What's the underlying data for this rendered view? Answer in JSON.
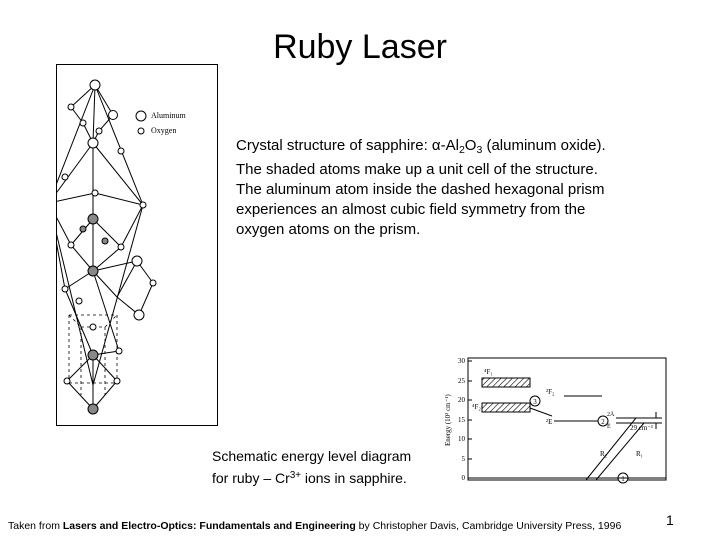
{
  "slide": {
    "title": "Ruby Laser",
    "page_number": "1"
  },
  "crystal": {
    "legend": {
      "aluminum": "Aluminum",
      "oxygen": "Oxygen"
    }
  },
  "description": {
    "p1": "Crystal structure of sapphire: ",
    "alpha": "α",
    "p2": "-Al",
    "sub1": "2",
    "p3": "O",
    "sub2": "3",
    "p4": " (aluminum oxide).  The shaded atoms make up a unit cell of the structure.  The aluminum atom inside the dashed hexagonal prism experiences an almost cubic field symmetry from the oxygen atoms on the prism."
  },
  "caption": {
    "line1": "Schematic energy level diagram",
    "line2a": "for ruby – Cr",
    "sup": "3+",
    "line2b": " ions in sapphire."
  },
  "energy_diagram": {
    "ylabel": "Energy (10³ cm⁻¹)",
    "ticks": [
      "30",
      "25",
      "20",
      "15",
      "10",
      "5",
      "0"
    ],
    "levels": {
      "F1": "⁴F₁",
      "F2": "⁴F₂",
      "twoF2": "²F₂",
      "twoE": "²E",
      "twoA": "2Ā",
      "Ebar": "Ē",
      "gap": "29 cm⁻¹"
    },
    "transitions": {
      "R2": "R₂",
      "R1": "R₁"
    },
    "markers": [
      "1",
      "2",
      "3"
    ]
  },
  "footer": {
    "prefix": "Taken from ",
    "book": "Lasers and Electro-Optics: Fundamentals and Engineering",
    "suffix": " by Christopher Davis, Cambridge University Press, 1996"
  }
}
